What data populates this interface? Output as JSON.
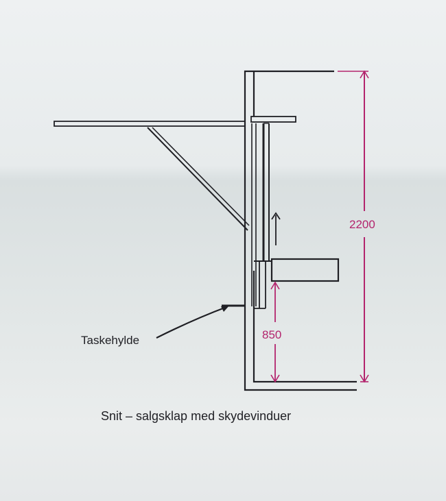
{
  "diagram": {
    "caption": "Snit – salgsklap med skydevinduer",
    "callout_label": "Taskehylde",
    "dimensions": {
      "total_height": "2200",
      "counter_height": "850"
    },
    "colors": {
      "line": "#1f1f24",
      "dimension": "#b3246d"
    }
  }
}
